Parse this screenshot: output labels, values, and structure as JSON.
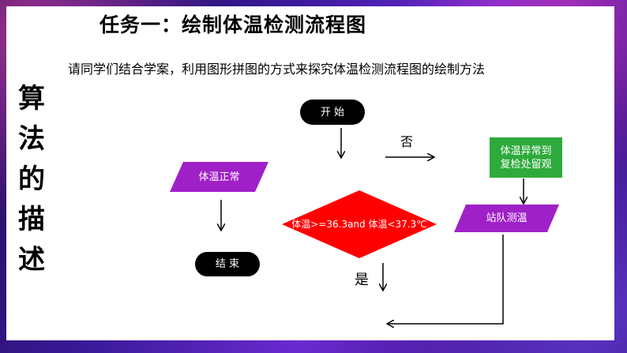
{
  "slide": {
    "title": "任务一：绘制体温检测流程图",
    "side_title": [
      "算",
      "法",
      "的",
      "描",
      "述"
    ],
    "intro": "请同学们结合学案，利用图形拼图的方式来探究体温检测流程图的绘制方法"
  },
  "flowchart": {
    "start": "开 始",
    "normal": "体温正常",
    "end": "结 束",
    "decision": "体温>=36.3and 体温<37.3℃",
    "abnormal_line1": "体温异常到",
    "abnormal_line2": "复检处留观",
    "station": "站队测温",
    "label_no": "否",
    "label_yes": "是"
  },
  "colors": {
    "terminal": "#000000",
    "parallelogram": "#a020c8",
    "decision": "#ff0000",
    "process": "#2eaa3c",
    "frame_purple": "#4a1ab0"
  }
}
